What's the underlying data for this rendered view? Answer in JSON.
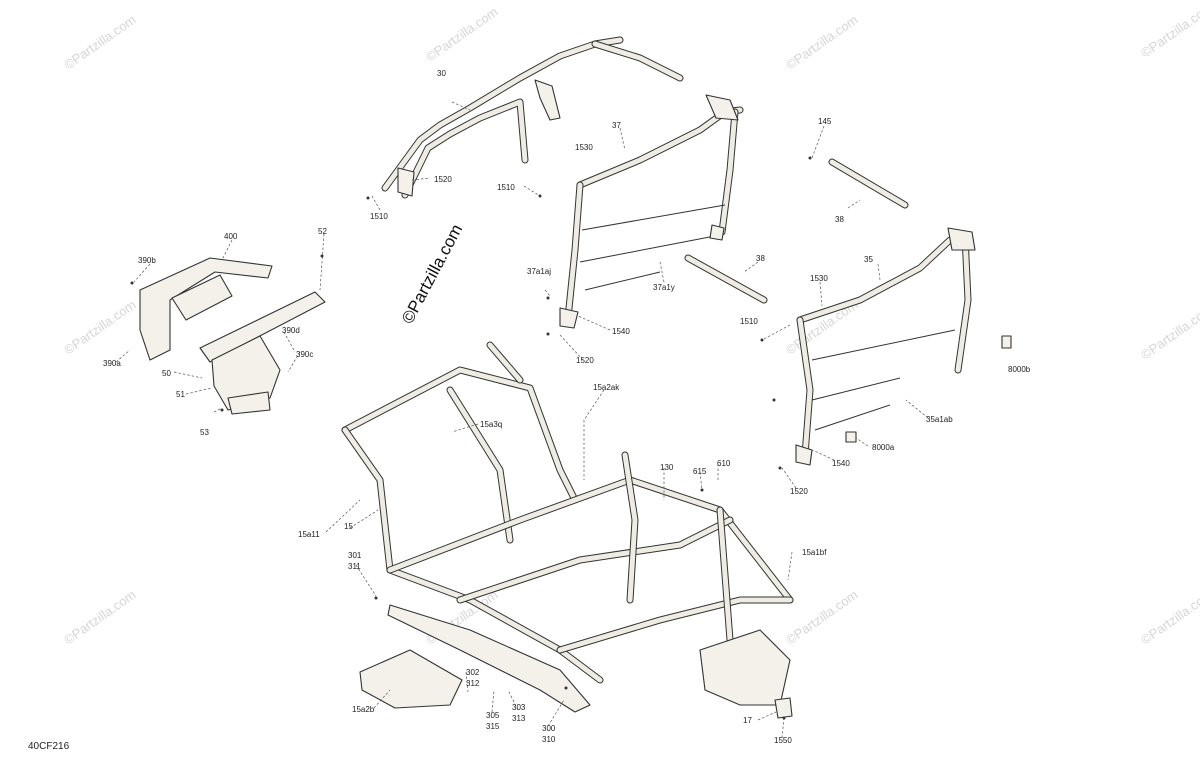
{
  "diagram_code": "40CF216",
  "watermark": "©Partzilla.com",
  "center_mark": "©Partzilla.com",
  "callouts": [
    {
      "id": "c30",
      "text": "30"
    },
    {
      "id": "c37",
      "text": "37"
    },
    {
      "id": "c1530a",
      "text": "1530"
    },
    {
      "id": "c1520a",
      "text": "1520"
    },
    {
      "id": "c1510a",
      "text": "1510"
    },
    {
      "id": "c1510b",
      "text": "1510"
    },
    {
      "id": "c145",
      "text": "145"
    },
    {
      "id": "c38a",
      "text": "38"
    },
    {
      "id": "c38b",
      "text": "38"
    },
    {
      "id": "c37a1y",
      "text": "37a1y"
    },
    {
      "id": "c37a1aj",
      "text": "37a1aj"
    },
    {
      "id": "c1540a",
      "text": "1540"
    },
    {
      "id": "c1520b",
      "text": "1520"
    },
    {
      "id": "c1530b",
      "text": "1530"
    },
    {
      "id": "c35",
      "text": "35"
    },
    {
      "id": "c1510c",
      "text": "1510"
    },
    {
      "id": "c8000b",
      "text": "8000b"
    },
    {
      "id": "c35a1ab",
      "text": "35a1ab"
    },
    {
      "id": "c8000a",
      "text": "8000a"
    },
    {
      "id": "c1540b",
      "text": "1540"
    },
    {
      "id": "c1520c",
      "text": "1520"
    },
    {
      "id": "c400",
      "text": "400"
    },
    {
      "id": "c52",
      "text": "52"
    },
    {
      "id": "c390b",
      "text": "390b"
    },
    {
      "id": "c390d",
      "text": "390d"
    },
    {
      "id": "c390c",
      "text": "390c"
    },
    {
      "id": "c390a",
      "text": "390a"
    },
    {
      "id": "c50",
      "text": "50"
    },
    {
      "id": "c51",
      "text": "51"
    },
    {
      "id": "c53",
      "text": "53"
    },
    {
      "id": "c15a2ak",
      "text": "15a2ak"
    },
    {
      "id": "c15a3q",
      "text": "15a3q"
    },
    {
      "id": "c130",
      "text": "130"
    },
    {
      "id": "c615",
      "text": "615"
    },
    {
      "id": "c610",
      "text": "610"
    },
    {
      "id": "c15a11",
      "text": "15a11"
    },
    {
      "id": "c15",
      "text": "15"
    },
    {
      "id": "c15a1bf",
      "text": "15a1bf"
    },
    {
      "id": "c301",
      "text": "301"
    },
    {
      "id": "c311",
      "text": "311"
    },
    {
      "id": "c302",
      "text": "302"
    },
    {
      "id": "c312",
      "text": "312"
    },
    {
      "id": "c15a2b",
      "text": "15a2b"
    },
    {
      "id": "c305",
      "text": "305"
    },
    {
      "id": "c315",
      "text": "315"
    },
    {
      "id": "c303",
      "text": "303"
    },
    {
      "id": "c313",
      "text": "313"
    },
    {
      "id": "c300",
      "text": "300"
    },
    {
      "id": "c310",
      "text": "310"
    },
    {
      "id": "c17",
      "text": "17"
    },
    {
      "id": "c1550",
      "text": "1550"
    }
  ]
}
